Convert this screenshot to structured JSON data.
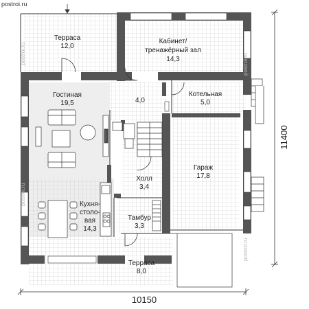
{
  "site_url": "postroi.ru",
  "dimensions": {
    "width": "10150",
    "height": "11400"
  },
  "rooms": {
    "terrace_top": {
      "name": "Терраса",
      "area": "12,0"
    },
    "office": {
      "name_line1": "Кабинет/",
      "name_line2": "тренажёрный зал",
      "area": "14,3"
    },
    "living": {
      "name": "Гостиная",
      "area": "19,5"
    },
    "passage": {
      "area": "4,0"
    },
    "boiler": {
      "name": "Котельная",
      "area": "5,0"
    },
    "hall": {
      "name": "Холл",
      "area": "3,4"
    },
    "garage": {
      "name": "Гараж",
      "area": "17,8"
    },
    "kitchen": {
      "name_line1": "Кухня-",
      "name_line2": "столо-",
      "name_line3": "вая",
      "area": "14,3"
    },
    "vestibule": {
      "name": "Тамбур",
      "area": "3,3"
    },
    "terrace_bottom": {
      "name": "Терраса",
      "area": "8,0"
    }
  },
  "colors": {
    "wall": "#555555",
    "tile": "#c8c8c8",
    "floor_light": "#eeeeee",
    "line": "#333333"
  }
}
